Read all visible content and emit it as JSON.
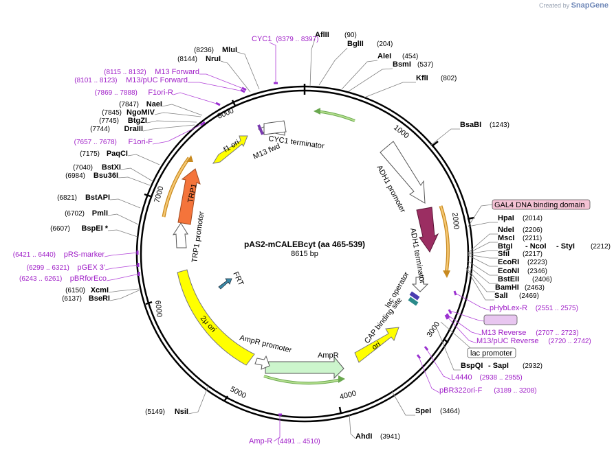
{
  "header": {
    "created_by": "Created by",
    "brand": "SnapGene"
  },
  "map": {
    "name": "pAS2-mCALEBcyt (aa 465-539)",
    "length_label": "8615 bp",
    "ticks": [
      "1000",
      "2000",
      "3000",
      "4000",
      "5000",
      "6000",
      "7000",
      "8000"
    ]
  },
  "enzymes": [
    {
      "name": "AflII",
      "pos": "(90)"
    },
    {
      "name": "BglII",
      "pos": "(204)"
    },
    {
      "name": "AleI",
      "pos": "(454)"
    },
    {
      "name": "BsmI",
      "pos": "(537)"
    },
    {
      "name": "KflI",
      "pos": "(802)"
    },
    {
      "name": "BsaBI",
      "pos": "(1243)"
    },
    {
      "name": "HpaI",
      "pos": "(2014)"
    },
    {
      "name": "NdeI",
      "pos": "(2206)"
    },
    {
      "name": "MscI",
      "pos": "(2211)"
    },
    {
      "name": "BtgI",
      "pos": ""
    },
    {
      "name": "- NcoI",
      "pos": ""
    },
    {
      "name": "- StyI",
      "pos": "(2212)"
    },
    {
      "name": "SfiI",
      "pos": "(2217)"
    },
    {
      "name": "EcoRI",
      "pos": "(2223)"
    },
    {
      "name": "EcoNI",
      "pos": "(2346)"
    },
    {
      "name": "BstEII",
      "pos": "(2406)"
    },
    {
      "name": "BamHI",
      "pos": "(2463)"
    },
    {
      "name": "SalI",
      "pos": "(2469)"
    },
    {
      "name": "BspQI",
      "pos": ""
    },
    {
      "name": "- SapI",
      "pos": "(2932)"
    },
    {
      "name": "SpeI",
      "pos": "(3464)"
    },
    {
      "name": "AhdI",
      "pos": "(3941)"
    },
    {
      "name": "NsiI",
      "pos": "(5149)"
    },
    {
      "name": "BseRI",
      "pos": "(6137)"
    },
    {
      "name": "XcmI",
      "pos": "(6150)"
    },
    {
      "name": "BspEI *",
      "pos": "(6607)"
    },
    {
      "name": "PmlI",
      "pos": "(6702)"
    },
    {
      "name": "BstAPI",
      "pos": "(6821)"
    },
    {
      "name": "Bsu36I",
      "pos": "(6984)"
    },
    {
      "name": "BstXI",
      "pos": "(7040)"
    },
    {
      "name": "PaqCI",
      "pos": "(7175)"
    },
    {
      "name": "DraIII",
      "pos": "(7744)"
    },
    {
      "name": "BtgZI",
      "pos": "(7745)"
    },
    {
      "name": "NgoMIV",
      "pos": "(7845)"
    },
    {
      "name": "NaeI",
      "pos": "(7847)"
    },
    {
      "name": "NruI",
      "pos": "(8144)"
    },
    {
      "name": "MluI",
      "pos": "(8236)"
    }
  ],
  "primers": [
    {
      "name": "CYC1",
      "pos": "(8379 .. 8397)"
    },
    {
      "name": "M13 Forward",
      "pos": "(8115 .. 8132)"
    },
    {
      "name": "M13/pUC Forward",
      "pos": "(8101 .. 8123)"
    },
    {
      "name": "F1ori-R",
      "pos": "(7869 .. 7888)"
    },
    {
      "name": "F1ori-F",
      "pos": "(7657 .. 7678)"
    },
    {
      "name": "pRS-marker",
      "pos": "(6421 .. 6440)"
    },
    {
      "name": "pGEX 3'",
      "pos": "(6299 .. 6321)"
    },
    {
      "name": "pBRforEco",
      "pos": "(6243 .. 6261)"
    },
    {
      "name": "pHybLex-R",
      "pos": "(2551 .. 2575)"
    },
    {
      "name": "M13 rev",
      "pos": ""
    },
    {
      "name": "M13 Reverse",
      "pos": "(2707 .. 2723)"
    },
    {
      "name": "M13/pUC Reverse",
      "pos": "(2720 .. 2742)"
    },
    {
      "name": "L4440",
      "pos": "(2938 .. 2955)"
    },
    {
      "name": "pBR322ori-F",
      "pos": "(3189 .. 3208)"
    },
    {
      "name": "Amp-R",
      "pos": "(4491 .. 4510)"
    }
  ],
  "boxed_labels": {
    "gal4": "GAL4 DNA binding domain",
    "lac": "lac promoter"
  },
  "features": {
    "cyc1_terminator": "CYC1 terminator",
    "m13_fwd": "M13 fwd",
    "adh1_promoter": "ADH1 promoter",
    "adh1_terminator": "ADH1 terminator",
    "lac_operator": "lac operator",
    "cap_site": "CAP binding site",
    "ori": "ori",
    "ampr": "AmpR",
    "ampr_promoter": "AmpR promoter",
    "two_mu": "2μ ori",
    "frt": "FRT",
    "trp1_promoter": "TRP1 promoter",
    "trp1": "TRP1",
    "f1_ori": "f1 ori"
  },
  "colors": {
    "backbone": "#000000",
    "enzyme_leader": "#7f7f7f",
    "primer": "#a020c8",
    "ori_yellow": "#ffff00",
    "trp1": "#f4743b",
    "ampr": "#ccf5cc",
    "terminator": "#9b2e62",
    "gal4_box": "#f4c2d4",
    "orf_orange": "#f0a030",
    "orf_green": "#80d050"
  }
}
